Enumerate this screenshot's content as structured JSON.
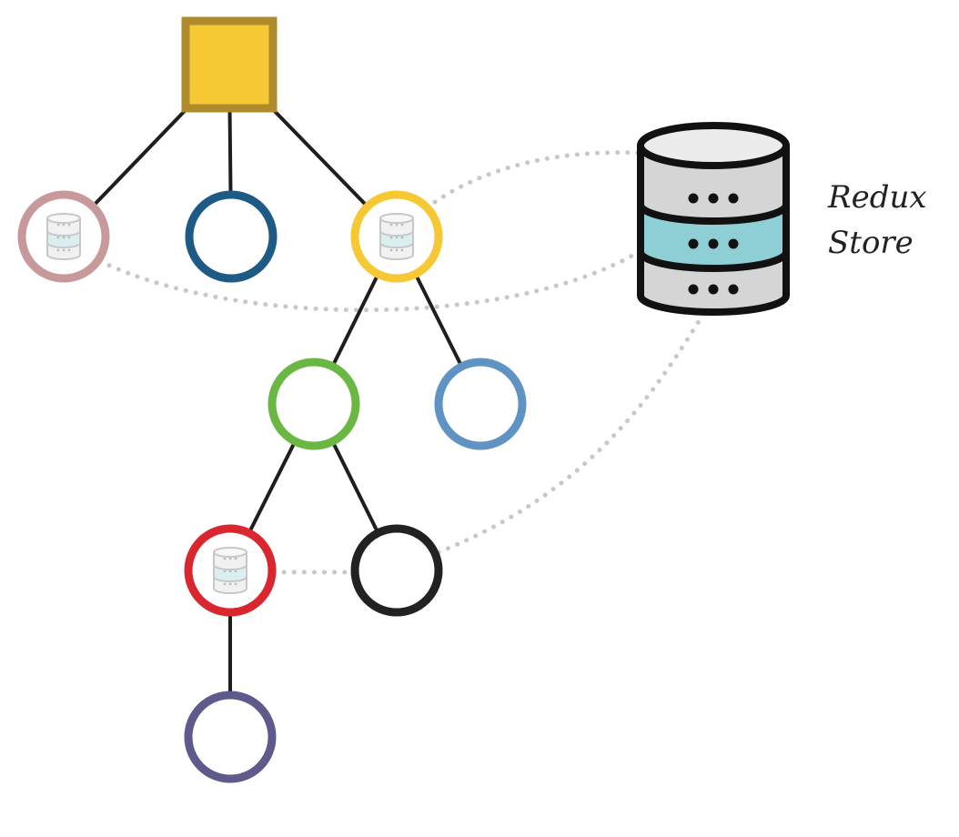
{
  "store": {
    "label_lines": [
      "Redux",
      "Store"
    ],
    "colors": {
      "outline": "#111111",
      "body": "#d5d5d5",
      "top": "#ececec",
      "accent_band": "#8ecfd6",
      "dots": "#111111"
    }
  },
  "colors": {
    "edge": "#1e1e1e",
    "dotted_link": "#c8c8c8",
    "root_fill": "#f6c833",
    "root_border": "#b08b2c"
  },
  "nodes": [
    {
      "id": "root",
      "shape": "square",
      "color": "#b08b2c",
      "connected_to_store": false
    },
    {
      "id": "child-1",
      "shape": "circle",
      "color": "#c8999b",
      "connected_to_store": true
    },
    {
      "id": "child-2",
      "shape": "circle",
      "color": "#1e5a86",
      "connected_to_store": false
    },
    {
      "id": "child-3",
      "shape": "circle",
      "color": "#f6c833",
      "connected_to_store": true
    },
    {
      "id": "grandchild-1",
      "shape": "circle",
      "color": "#6ab743",
      "connected_to_store": false
    },
    {
      "id": "grandchild-2",
      "shape": "circle",
      "color": "#5f93c4",
      "connected_to_store": false
    },
    {
      "id": "great-grandchild-1",
      "shape": "circle",
      "color": "#d9262f",
      "connected_to_store": true
    },
    {
      "id": "great-grandchild-2",
      "shape": "circle",
      "color": "#222222",
      "connected_to_store": false
    },
    {
      "id": "leaf",
      "shape": "circle",
      "color": "#5e5a8c",
      "connected_to_store": false
    }
  ],
  "edges": [
    [
      "root",
      "child-1"
    ],
    [
      "root",
      "child-2"
    ],
    [
      "root",
      "child-3"
    ],
    [
      "child-3",
      "grandchild-1"
    ],
    [
      "child-3",
      "grandchild-2"
    ],
    [
      "grandchild-1",
      "great-grandchild-1"
    ],
    [
      "grandchild-1",
      "great-grandchild-2"
    ],
    [
      "great-grandchild-1",
      "leaf"
    ]
  ],
  "dotted_links": [
    [
      "child-3",
      "store"
    ],
    [
      "child-1",
      "store"
    ],
    [
      "great-grandchild-2",
      "store"
    ],
    [
      "great-grandchild-1",
      "great-grandchild-2"
    ]
  ]
}
